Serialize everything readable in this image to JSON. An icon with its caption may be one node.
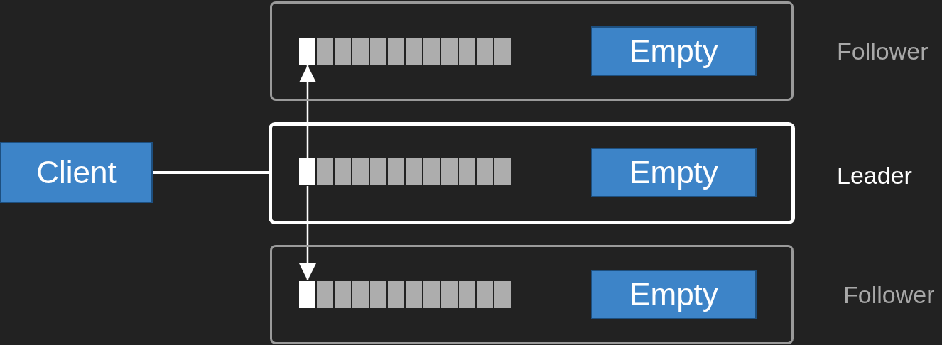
{
  "diagram": {
    "nodes": [
      {
        "text": [],
        "shape": "box",
        "beside": [
          "Follower"
        ]
      },
      {
        "text": [],
        "shape": "bar",
        "in": 0
      },
      {
        "text": [
          "Empty"
        ],
        "in": 0
      },
      {
        "text": [
          "Client"
        ]
      },
      {
        "text": [],
        "shape": "box",
        "beside": [
          "Leader"
        ]
      },
      {
        "text": [],
        "shape": "bar",
        "in": 4
      },
      {
        "text": [
          "Empty"
        ],
        "in": 4
      },
      {
        "text": [],
        "shape": "box",
        "beside": [
          "Follower"
        ]
      },
      {
        "text": [],
        "shape": "bar",
        "in": 7
      },
      {
        "text": [
          "Empty"
        ],
        "in": 7
      }
    ],
    "edges": [
      {
        "from": 3,
        "to": 4,
        "arrow": "none"
      },
      {
        "from": 5,
        "to": 1,
        "arrow": "to"
      },
      {
        "from": 5,
        "to": 8,
        "arrow": "to"
      }
    ]
  }
}
